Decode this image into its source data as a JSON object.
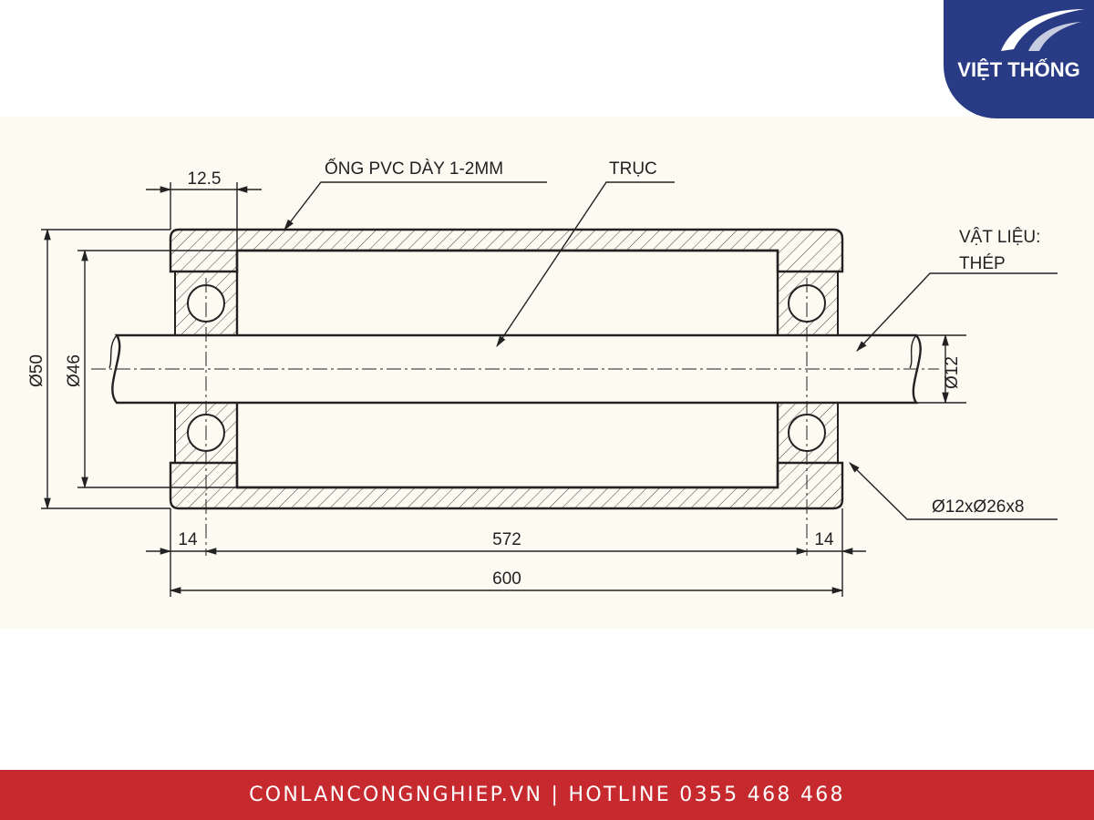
{
  "brand": {
    "name": "VIỆT THỐNG",
    "color": "#2a3b86",
    "icon": "swoosh-logo-icon"
  },
  "drawing": {
    "background": "#fcfaf1",
    "callouts": {
      "pvc_tube": "ỐNG PVC DÀY 1-2MM",
      "shaft": "TRỤC",
      "material_line1": "VẬT LIỆU:",
      "material_line2": "THÉP",
      "bearing": "Ø12xØ26x8"
    },
    "dimensions": {
      "wall_offset": "12.5",
      "outer_diameter": "Ø50",
      "inner_diameter": "Ø46",
      "shaft_diameter": "Ø12",
      "left_end": "14",
      "inner_length": "572",
      "right_end": "14",
      "total_length": "600"
    }
  },
  "footer": {
    "text": "CONLANCONGNGHIEP.VN | HOTLINE 0355 468 468",
    "color": "#c62a2e"
  }
}
